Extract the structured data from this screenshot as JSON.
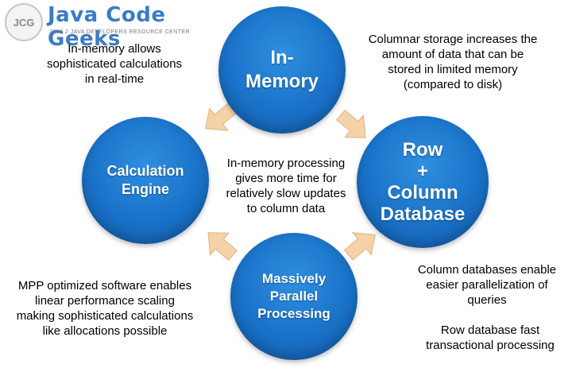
{
  "logo": {
    "badge": "JCG",
    "title": "Java Code Geeks",
    "tagline": "JAVA 2 JAVA DEVELOPERS RESOURCE CENTER"
  },
  "nodes": {
    "top": "In-\nMemory",
    "right": "Row\n+\nColumn\nDatabase",
    "bottom": "Massively\nParallel\nProcessing",
    "left": "Calculation\nEngine"
  },
  "notes": {
    "top_left": "In-memory allows\nsophisticated calculations\nin real-time",
    "top_right": "Columnar storage increases the\namount of data that can be\nstored in limited memory\n(compared to disk)",
    "center": "In-memory processing\ngives more time for\nrelatively slow updates\nto column data",
    "bottom_right_1": "Column databases enable\neasier parallelization of\nqueries",
    "bottom_right_2": "Row database fast\ntransactional processing",
    "bottom_left": "MPP optimized software enables\nlinear performance scaling\nmaking sophisticated calculations\nlike allocations possible"
  },
  "colors": {
    "node": "#1a72c8",
    "arrow": "#f5d2a8",
    "arrow_stroke": "#e3b88a",
    "logo_blue": "#3a7cc4"
  }
}
